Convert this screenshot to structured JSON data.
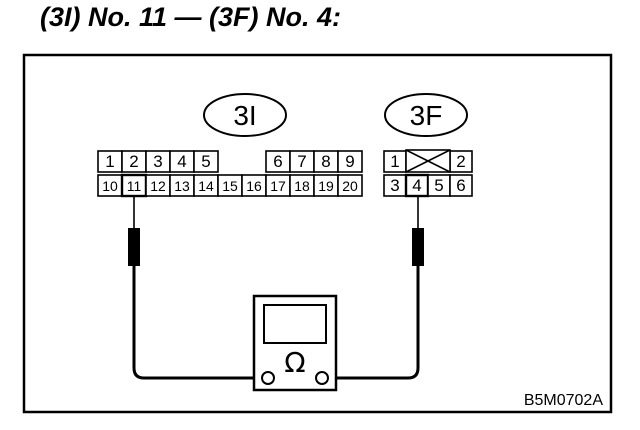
{
  "title": "(3I) No. 11 — (3F) No. 4:",
  "connector_3I": {
    "label": "3I",
    "top_row": [
      "1",
      "2",
      "3",
      "4",
      "5",
      "",
      "6",
      "7",
      "8",
      "9"
    ],
    "bottom_row": [
      "10",
      "11",
      "12",
      "13",
      "14",
      "15",
      "16",
      "17",
      "18",
      "19",
      "20"
    ],
    "probed_pin": "11"
  },
  "connector_3F": {
    "label": "3F",
    "top_row": [
      "1",
      "",
      "2"
    ],
    "bottom_row": [
      "3",
      "4",
      "5",
      "6"
    ],
    "probed_pin": "4"
  },
  "meter": {
    "symbol": "Ω",
    "icon": "ohmmeter-icon"
  },
  "figure_code": "B5M0702A"
}
